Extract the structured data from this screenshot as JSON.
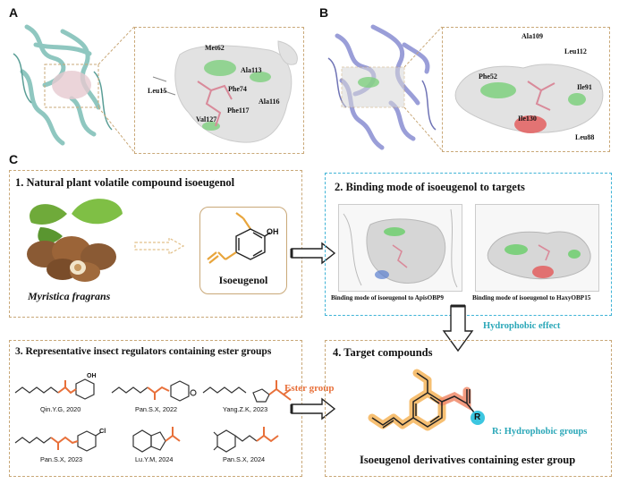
{
  "panels": {
    "a_letter": "A",
    "b_letter": "B",
    "c_letter": "C"
  },
  "panel_a": {
    "residues": [
      "Met62",
      "Ala113",
      "Leu15",
      "Phe74",
      "Phe117",
      "Ala116",
      "Val127"
    ]
  },
  "panel_b": {
    "residues": [
      "Ala109",
      "Leu112",
      "Phe52",
      "Ile91",
      "Ile130",
      "Leu88"
    ]
  },
  "section1": {
    "title": "1. Natural plant volatile compound isoeugenol",
    "plant_name": "Myristica fragrans",
    "compound_name": "Isoeugenol",
    "oh_label": "OH"
  },
  "section2": {
    "title": "2. Binding mode of isoeugenol to targets",
    "caption_left": "Binding mode of isoeugenol to ApisOBP9",
    "caption_right": "Binding mode of isoeugenol to HaxyOBP15",
    "effect_label": "Hydrophobic effect"
  },
  "section3": {
    "title": "3. Representative insect regulators containing ester groups",
    "authors": [
      "Qin.Y.G, 2020",
      "Pan.S.X, 2022",
      "Yang.Z.K, 2023",
      "Pan.S.X, 2023",
      "Lu.Y.M, 2024",
      "Pan.S.X, 2024"
    ],
    "oh_label": "OH",
    "cl_label": "Cl",
    "ester_label": "Ester group"
  },
  "section4": {
    "title": "4. Target compounds",
    "r_label": "R",
    "r_desc": "R: Hydrophobic groups",
    "caption": "Isoeugenol derivatives containing ester group"
  },
  "colors": {
    "tan_border": "#c9a878",
    "blue_border": "#3fb3d6",
    "ester_orange": "#e8703a",
    "effect_teal": "#2aa7b8",
    "r_cyan": "#3cc6e0",
    "highlight_orange": "#f5a623"
  }
}
